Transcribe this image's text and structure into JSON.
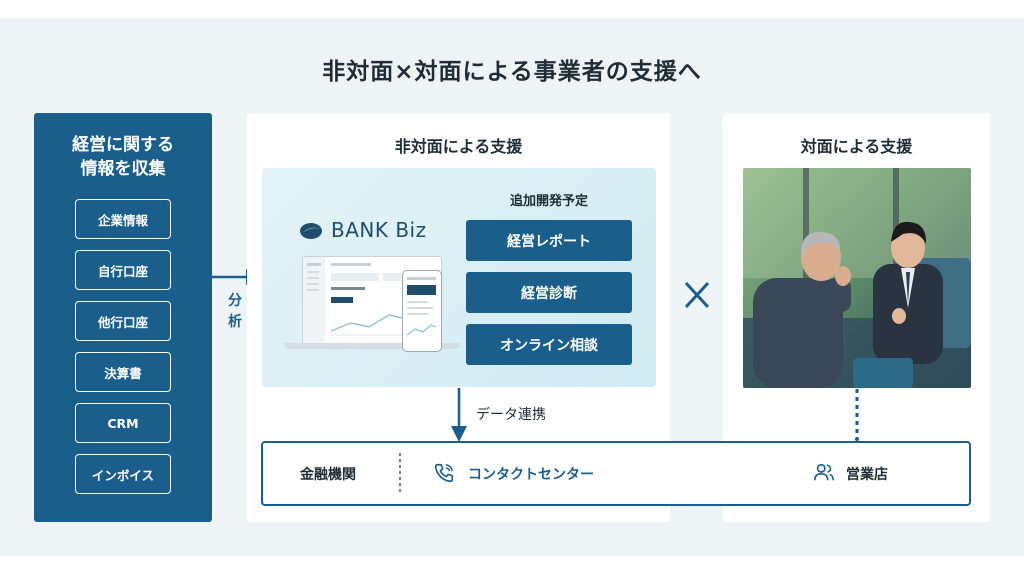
{
  "title": "非対面×対面による事業者の支援へ",
  "left": {
    "title_line1": "経営に関する",
    "title_line2": "情報を収集",
    "items": [
      "企業情報",
      "自行口座",
      "他行口座",
      "決算書",
      "CRM",
      "インボイス"
    ]
  },
  "analysis": {
    "char1": "分",
    "char2": "析"
  },
  "middle": {
    "title": "非対面による支援",
    "logo": "BANK Biz",
    "dev_title": "追加開発予定",
    "dev_items": [
      "経営レポート",
      "経営診断",
      "オンライン相談"
    ]
  },
  "right": {
    "title": "対面による支援"
  },
  "data_link": "データ連携",
  "bottom": {
    "fin": "金融機関",
    "contact": "コンタクトセンター",
    "branch": "営業店"
  },
  "colors": {
    "primary": "#1a5e8c",
    "background": "#eef3f5",
    "panel": "#ffffff",
    "bank_box": "#d8eef4"
  },
  "icons": {
    "phone": "phone-icon",
    "person": "person-icon",
    "cross": "cross-icon"
  }
}
